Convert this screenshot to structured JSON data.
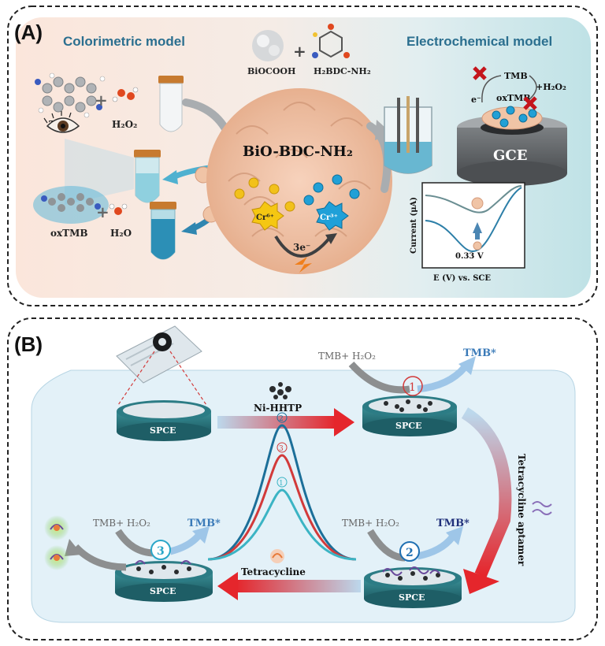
{
  "panel_a": {
    "letter": "(A)",
    "colorimetric_title": "Colorimetric model",
    "electrochemical_title": "Electrochemical model",
    "tmb_label": "TMB",
    "h2o2_label": "H₂O₂",
    "oxtmb_label": "oxTMB",
    "h2o_label": "H₂O",
    "biocooh_label": "BiOCOOH",
    "h2bdc_label": "H₂BDC-NH₂",
    "material_label": "BiO-BDC-NH₂",
    "cr6_label": "Cr⁶⁺",
    "cr3_label": "Cr³⁺",
    "electron_label": "3e⁻",
    "gce_label": "GCE",
    "cycle_tmb": "TMB",
    "cycle_h2o2": "+H₂O₂",
    "cycle_oxtmb": "oxTMB",
    "cycle_e": "e⁻",
    "current_axis": "Current (μA)",
    "potential_axis": "E (V) vs. SCE",
    "peak_label": "0.33 V",
    "colors": {
      "frame_left": "#f7e3d8",
      "frame_right": "#cde7ea",
      "title_blue": "#2b6f8f"
    }
  },
  "panel_b": {
    "letter": "(B)",
    "spce_label": "SPCE",
    "nihhtp_label": "Ni-HHTP",
    "step1_reagent": "TMB+ H₂O₂",
    "step1_product": "TMB*",
    "step1_number": "①",
    "aptamer_label": "Tetracycline aptamer",
    "step2_reagent": "TMB+ H₂O₂",
    "step2_product": "TMB*",
    "step2_number": "②",
    "tetracycline_label": "Tetracycline",
    "step3_reagent": "TMB+ H₂O₂",
    "step3_product": "TMB*",
    "step3_number": "③",
    "peak_numbers": [
      "②",
      "③",
      "①"
    ],
    "colors": {
      "bg": "#e3f1f8",
      "peak2": "#1c6f99",
      "peak3": "#d23a3a",
      "peak1": "#3bb4c4"
    }
  }
}
